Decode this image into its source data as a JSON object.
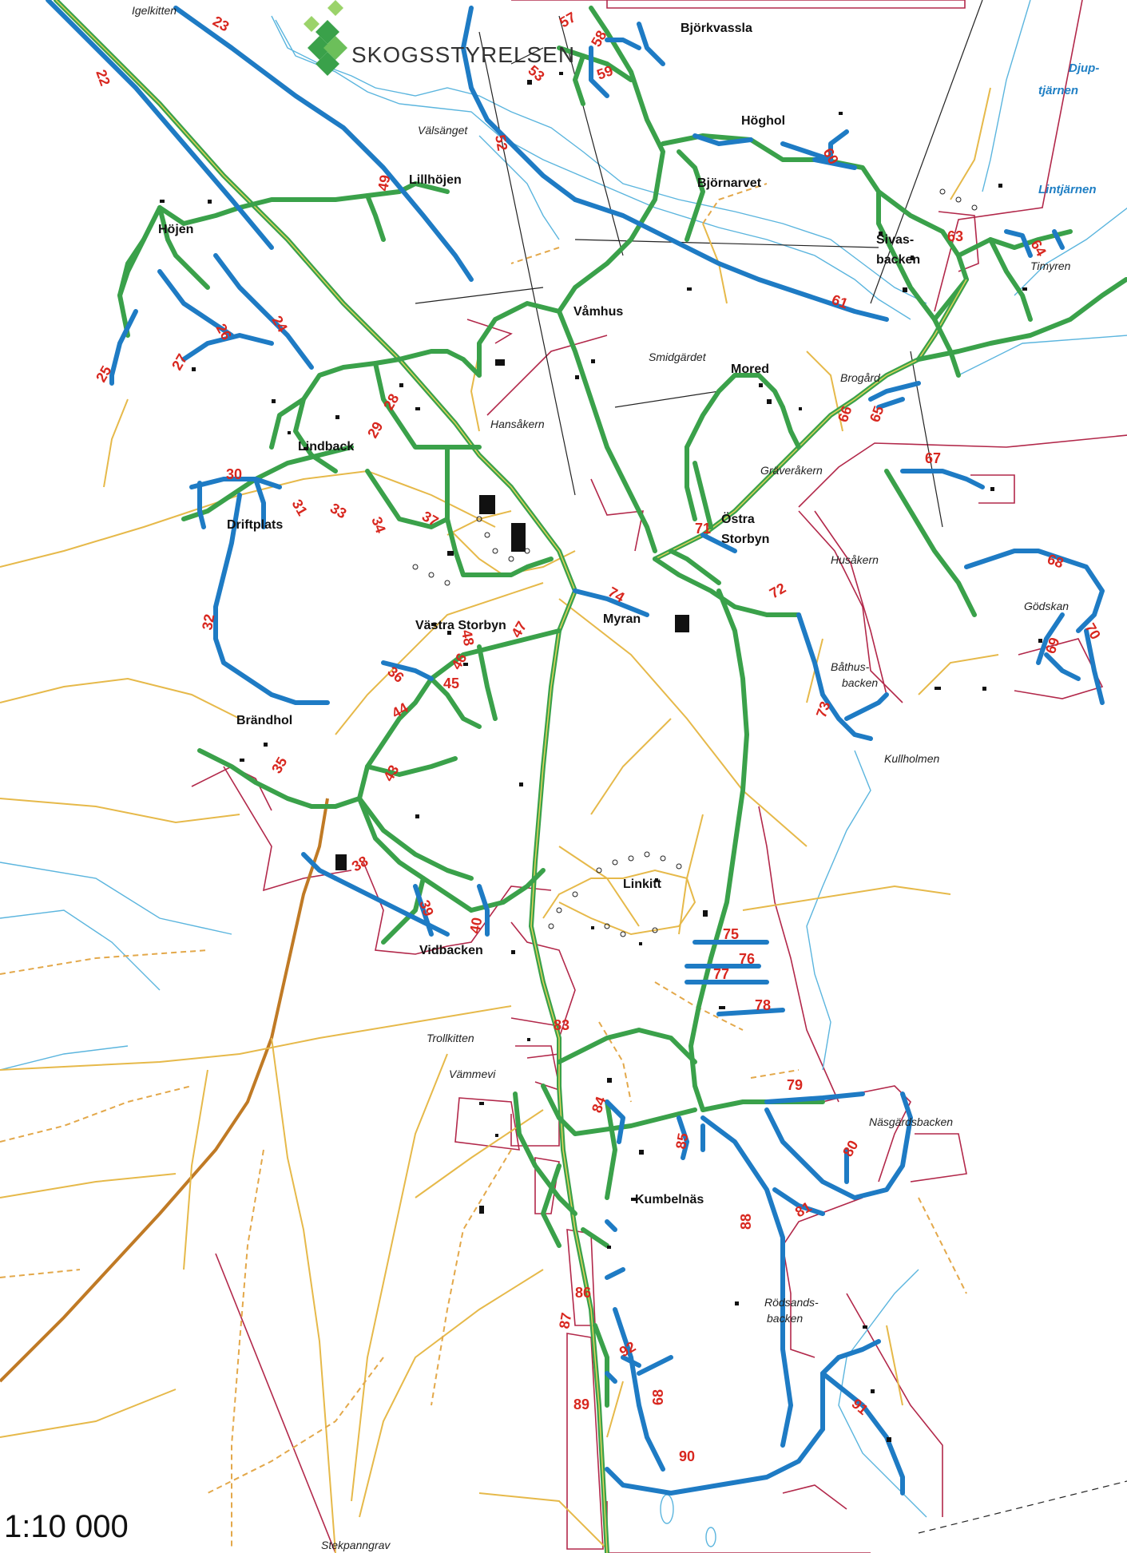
{
  "map": {
    "scale_label": "1:10 000",
    "logo_text": "SKOGSSTYRELSEN",
    "colors": {
      "blue_road": "#1e7bc4",
      "green_road": "#3aa14a",
      "minor_road": "#e6b94a",
      "property_line": "#b2284a",
      "water": "#5bb5de",
      "label_number": "#d8271f"
    },
    "places": {
      "igelkitten": "Igelkitten",
      "bjorkvassla": "Björkvassla",
      "hoghol": "Höghol",
      "bjornarvet": "Björnarvet",
      "lillhojen": "Lillhöjen",
      "valsanget": "Välsänget",
      "hojen": "Höjen",
      "sivas": "Sivas-",
      "backen": "backen",
      "vamhus": "Våmhus",
      "smidgardet": "Smidgärdet",
      "mored": "Mored",
      "hansakern": "Hansåkern",
      "lindback": "Lindback",
      "gravakern": "Gräveråkern",
      "driftplats": "Driftplats",
      "ostra": "Östra",
      "storbyn": "Storbyn",
      "husakern": "Husåkern",
      "myran": "Myran",
      "vastra_storbyn": "Västra Storbyn",
      "godskan": "Gödskan",
      "bathus": "Båthus-",
      "bathus_backen": "backen",
      "brandhol": "Brändhol",
      "kullholmen": "Kullholmen",
      "linkitt": "Linkitt",
      "vidbacken": "Vidbacken",
      "trollkitten": "Trollkitten",
      "vammevi": "Vämmevi",
      "nasgardsbacken": "Näsgärdsbacken",
      "kumbelnas": "Kumbelnäs",
      "rodsands": "Rödsands-",
      "rodsands_backen": "backen",
      "stekpanngrav": "Stekpanngrav",
      "brogard": "Brogård",
      "timyren": "Timyren"
    },
    "waters": {
      "djup1": "Djup-",
      "djup2": "tjärnen",
      "lintjarnen": "Lintjärnen"
    },
    "road_numbers": [
      "22",
      "23",
      "24",
      "25",
      "26",
      "27",
      "28",
      "29",
      "30",
      "31",
      "32",
      "33",
      "34",
      "35",
      "36",
      "37",
      "38",
      "39",
      "40",
      "43",
      "44",
      "45",
      "46",
      "47",
      "48",
      "49",
      "52",
      "53",
      "57",
      "58",
      "59",
      "60",
      "61",
      "63",
      "64",
      "65",
      "66",
      "67",
      "68",
      "69",
      "70",
      "71",
      "72",
      "73",
      "74",
      "75",
      "76",
      "77",
      "78",
      "79",
      "80",
      "81",
      "83",
      "84",
      "85",
      "86",
      "87",
      "88",
      "89",
      "90",
      "91",
      "92",
      "68"
    ]
  }
}
